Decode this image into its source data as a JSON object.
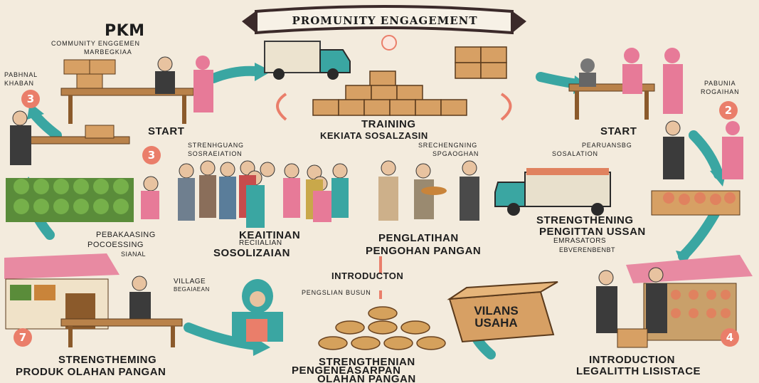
{
  "banner": "PROMUNITY ENGAGEMENT",
  "pkm": {
    "title": "PKM",
    "subtitle_line1": "COMMUNITY ENGGEMEN",
    "subtitle_line2": "MARBEGKIAA"
  },
  "left_tag": {
    "line1": "PABHNAL",
    "line2": "KHABAN"
  },
  "numbers": {
    "n3_left": "3",
    "n3_mid": "3",
    "n2_right": "2",
    "n7": "7",
    "n4": "4"
  },
  "start_left": "START",
  "start_right": "START",
  "training": {
    "line1": "TRAINING",
    "line2": "KEKIATA SOSALZASIN"
  },
  "right_tag": {
    "line1": "PABUNIA",
    "line2": "ROGAIHAN"
  },
  "middle_row": {
    "a_line1": "STRENHGUANG",
    "a_line2": "SOSRAEIATION",
    "b_line1": "SRECHENGNING",
    "b_line2": "SPGAOGHAN",
    "c_line1": "PEARUANSBG",
    "c_line2": "SOSALATION"
  },
  "left_processing": {
    "line1": "PEBAKAASING",
    "line2": "POCOESSING",
    "line3": "SIANAL"
  },
  "sosolization": {
    "line1": "KEAITINAN",
    "line2": "RECIIALIAN",
    "line3": "SOSOLIZAIAN"
  },
  "penge": {
    "line1": "PENGLATIHAN",
    "line2": "PENGOHAN PANGAN"
  },
  "strengthening_right": {
    "line1": "STRENGTHENING",
    "line2": "PENGITTAN USSAN",
    "line3": "EMRASATORS",
    "line4": "EBVERENBENBT"
  },
  "village": {
    "line1": "VILLAGE",
    "line2": "BEGAIAEAN"
  },
  "introduction_mid": "INTRODUCTON",
  "jar_label": "PENGSLIAN BUSUN",
  "box_label": {
    "line1": "VILANS",
    "line2": "USAHA"
  },
  "bottom_left": {
    "line1": "STRENGTHEMING",
    "line2": "PRODUK OLAHAN PANGAN"
  },
  "bottom_mid": {
    "line1": "STRENGTHENIAN",
    "line2": "PENGENEASARPAN",
    "line3": "OLAHAN PANGAN"
  },
  "bottom_right": {
    "line1": "INTRODUCTION",
    "line2": "LEGALITTH LISISTACE"
  },
  "colors": {
    "teal": "#3aa6a2",
    "coral": "#ea7e6a",
    "banner": "#3b2a2a",
    "pink": "#e77a98",
    "background": "#f3ebdd"
  }
}
